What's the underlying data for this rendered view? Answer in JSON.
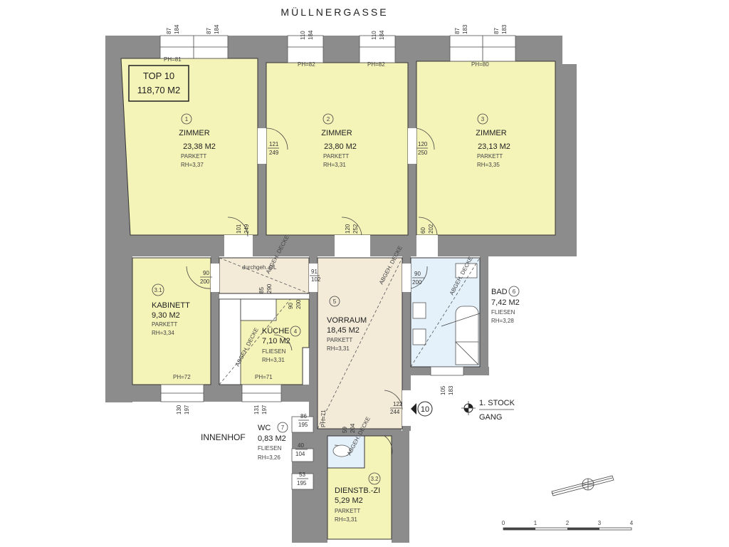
{
  "street": "MÜLLNERGASSE",
  "unit": {
    "label": "TOP 10",
    "area": "118,70 M2"
  },
  "rooms": [
    {
      "num": "1",
      "name": "ZIMMER",
      "area": "23,38 M2",
      "floor": "PARKETT",
      "height": "RH=3,37"
    },
    {
      "num": "2",
      "name": "ZIMMER",
      "area": "23,80 M2",
      "floor": "PARKETT",
      "height": "RH=3,31"
    },
    {
      "num": "3",
      "name": "ZIMMER",
      "area": "23,13 M2",
      "floor": "PARKETT",
      "height": "RH=3,35"
    },
    {
      "num": "3.1",
      "name": "KABINETT",
      "area": "9,30 M2",
      "floor": "PARKETT",
      "height": "RH=3,34"
    },
    {
      "num": "4",
      "name": "KÜCHE",
      "area": "7,10 M2",
      "floor": "FLIESEN",
      "height": "RH=3,31"
    },
    {
      "num": "5",
      "name": "VORRAUM",
      "area": "18,45 M2",
      "floor": "PARKETT",
      "height": "RH=3,31"
    },
    {
      "num": "6",
      "name": "BAD",
      "area": "7,42 M2",
      "floor": "FLIESEN",
      "height": "RH=3,28"
    },
    {
      "num": "7",
      "name": "WC",
      "area": "0,83 M2",
      "floor": "FLIESEN",
      "height": "RH=3,26"
    },
    {
      "num": "3.2",
      "name": "DIENSTB.-ZI",
      "area": "5,29 M2",
      "floor": "PARKETT",
      "height": "RH=3,31"
    }
  ],
  "labels": {
    "innenhof": "INNENHOF",
    "stock": "1. STOCK",
    "gang": "GANG",
    "door_no": "10",
    "durchgeh": "durchgeh. OL",
    "abgeh_decke": "ABGEH. DECKE"
  },
  "sill_heights": [
    "PH=81",
    "PH=82",
    "PH=82",
    "PH=80",
    "PH=72",
    "PH=71",
    "PH=71"
  ],
  "window_dims": [
    [
      "87",
      "184"
    ],
    [
      "87",
      "184"
    ],
    [
      "110",
      "184"
    ],
    [
      "110",
      "184"
    ],
    [
      "87",
      "183"
    ],
    [
      "87",
      "183"
    ],
    [
      "130",
      "197"
    ],
    [
      "131",
      "197"
    ],
    [
      "105",
      "183"
    ]
  ],
  "door_dims": [
    [
      "121",
      "249"
    ],
    [
      "120",
      "250"
    ],
    [
      "101",
      "249"
    ],
    [
      "120",
      "252"
    ],
    [
      "60",
      "202"
    ],
    [
      "90",
      "200"
    ],
    [
      "90",
      "200"
    ],
    [
      "85",
      "290"
    ],
    [
      "91",
      "102"
    ],
    [
      "90",
      "200"
    ],
    [
      "122",
      "244"
    ],
    [
      "86",
      "195"
    ],
    [
      "59",
      "204"
    ],
    [
      "40",
      "104"
    ],
    [
      "53",
      "195"
    ]
  ],
  "scale": [
    "0",
    "1",
    "2",
    "3",
    "4"
  ]
}
